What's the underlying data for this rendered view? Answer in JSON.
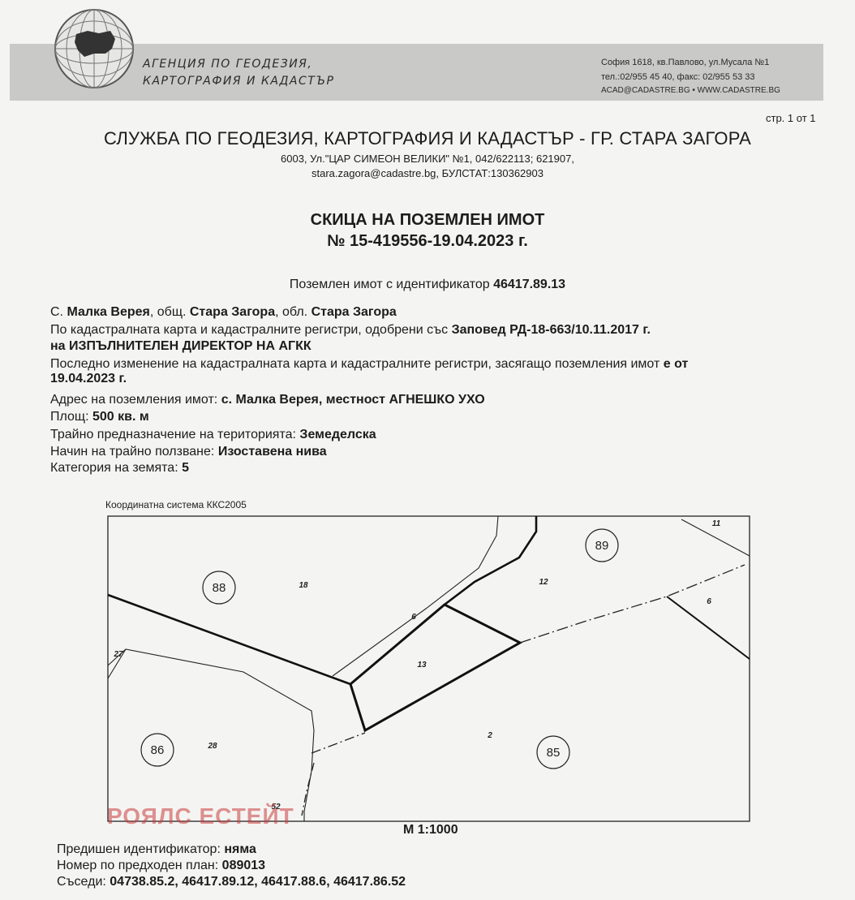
{
  "header": {
    "agency_line1": "АГЕНЦИЯ ПО ГЕОДЕЗИЯ,",
    "agency_line2": "КАРТОГРАФИЯ И КАДАСТЪР",
    "contact_line1": "София 1618, кв.Павлово, ул.Мусала №1",
    "contact_line2": "тел.:02/955 45 40, факс: 02/955 53 33",
    "contact_line3": "ACAD@CADASTRE.BG • WWW.CADASTRE.BG",
    "logo_icon": "globe-bulgaria-icon"
  },
  "page_number": "стр. 1 от 1",
  "office": {
    "title": "СЛУЖБА ПО ГЕОДЕЗИЯ, КАРТОГРАФИЯ И КАДАСТЪР - ГР. СТАРА ЗАГОРА",
    "address_line1": "6003, Ул.\"ЦАР СИМЕОН ВЕЛИКИ\" №1, 042/622113; 621907,",
    "address_line2": "stara.zagora@cadastre.bg, БУЛСТАТ:130362903"
  },
  "document": {
    "title": "СКИЦА НА ПОЗЕМЛЕН ИМОТ",
    "number": "№ 15-419556-19.04.2023 г."
  },
  "identifier": {
    "label": "Поземлен имот с  идентификатор",
    "value": "46417.89.13"
  },
  "details": {
    "location_prefix": "С.",
    "village": "Малка Верея",
    "municipality_label": ", общ.",
    "municipality": "Стара Загора",
    "region_label": ", обл.",
    "region": "Стара Загора",
    "map_text": "По кадастралната карта и кадастралните регистри, одобрени със",
    "order": "Заповед РД-18-663/10.11.2017 г.",
    "director": "на ИЗПЪЛНИТЕЛЕН ДИРЕКТОР НА АГКК",
    "change_text": "Последно изменение на кадастралната карта и кадастралните регистри, засягащо поземления имот",
    "change_suffix": "е от",
    "change_date": "19.04.2023 г.",
    "address_label": "Адрес на поземления имот:",
    "address_value": "с. Малка Верея, местност АГНЕШКО УХО",
    "area_label": "Площ:",
    "area_value": "500 кв. м",
    "purpose_label": "Трайно предназначение на територията:",
    "purpose_value": "Земеделска",
    "usage_label": "Начин на трайно ползване:",
    "usage_value": "Изоставена нива",
    "category_label": "Категория на земята:",
    "category_value": "5"
  },
  "sketch": {
    "coordinate_system": "Координатна система ККС2005",
    "scale": "М 1:1000",
    "block_labels": [
      "88",
      "89",
      "86",
      "85"
    ],
    "parcel_labels": [
      "18",
      "12",
      "11",
      "6",
      "6",
      "13",
      "27",
      "28",
      "2",
      "52"
    ]
  },
  "watermark": "РОЯЛС ЕСТЕЙТ",
  "footer": {
    "prev_id_label": "Предишен идентификатор:",
    "prev_id_value": "няма",
    "prev_plan_label": "Номер по предходен план:",
    "prev_plan_value": "089013",
    "neighbors_label": "Съседи:",
    "neighbors_value": "04738.85.2, 46417.89.12, 46417.88.6, 46417.86.52"
  }
}
